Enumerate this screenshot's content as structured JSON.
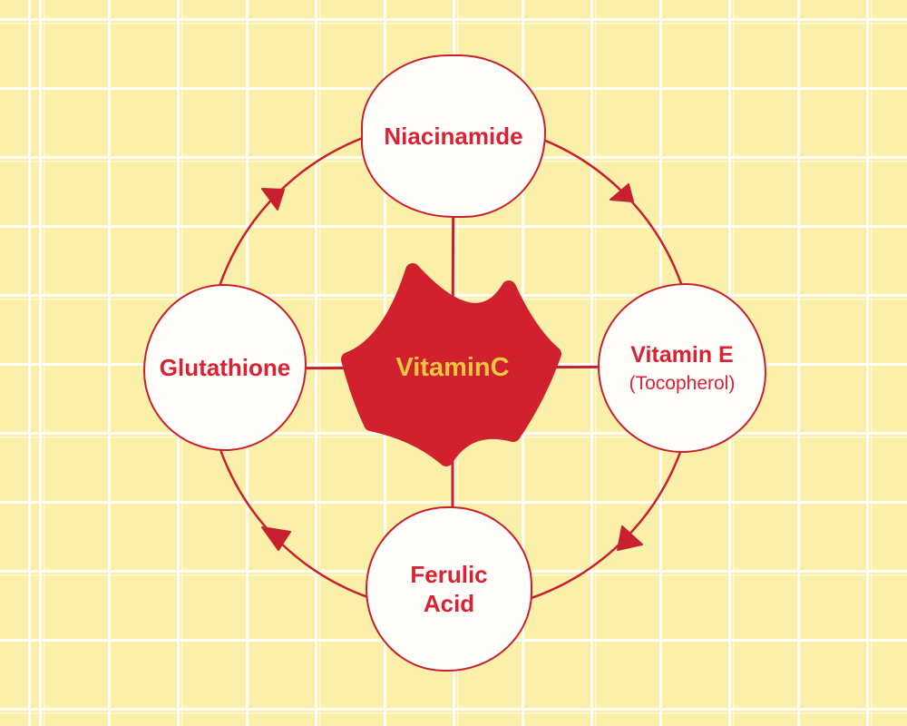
{
  "diagram": {
    "center": {
      "label": "VitaminC"
    },
    "nodes": [
      {
        "id": "niacinamide",
        "label": "Niacinamide"
      },
      {
        "id": "glutathione",
        "label": "Glutathione"
      },
      {
        "id": "vitamin-e",
        "label": "Vitamin E",
        "sublabel": "(Tocopherol)"
      },
      {
        "id": "ferulic-acid",
        "label": "Ferulic Acid"
      }
    ],
    "colors": {
      "background": "#FAF0A9",
      "grid-line": "#FFFFFF",
      "red": "#C9202F",
      "splat-red": "#D1202E",
      "text-red": "#D92335",
      "gold": "#F2C63E",
      "node-fill": "#FFFEFB"
    }
  }
}
